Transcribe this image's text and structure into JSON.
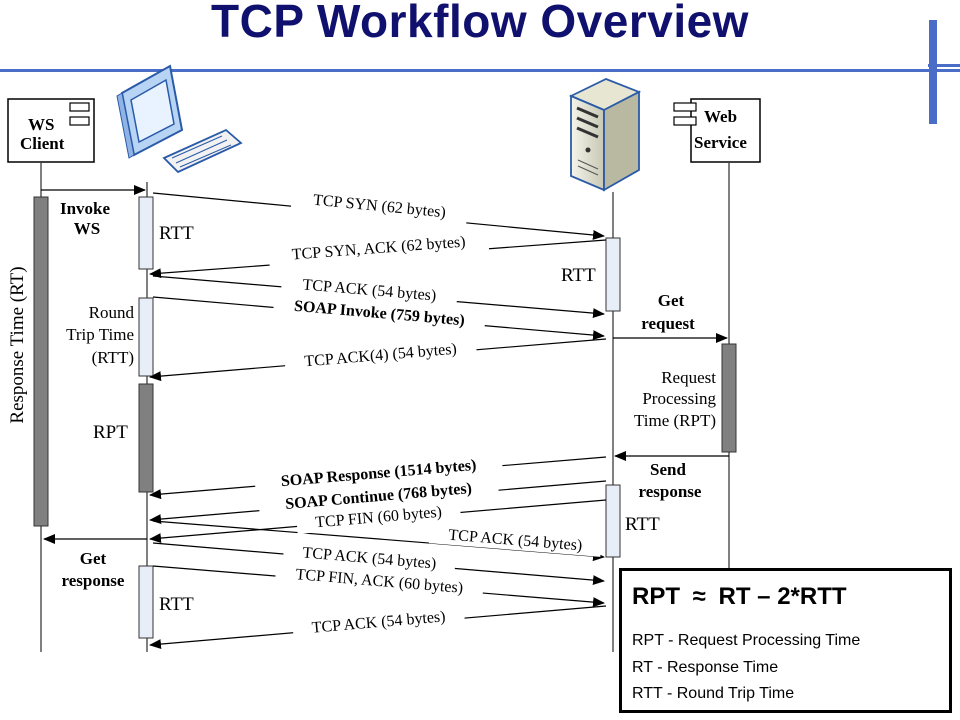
{
  "title": "TCP Workflow Overview",
  "components": {
    "ws_client": [
      "WS",
      "Client"
    ],
    "web_service": [
      "Web",
      "Service"
    ]
  },
  "messages": {
    "tcp_syn": "TCP SYN (62 bytes)",
    "tcp_syn_ack": "TCP SYN, ACK (62 bytes)",
    "tcp_ack_1": "TCP ACK (54 bytes)",
    "soap_invoke": "SOAP Invoke (759 bytes)",
    "tcp_ack_4": "TCP ACK(4) (54 bytes)",
    "soap_response": "SOAP Response (1514 bytes)",
    "soap_continue": "SOAP Continue (768 bytes)",
    "tcp_fin": "TCP FIN (60 bytes)",
    "tcp_ack_server": "TCP ACK (54 bytes)",
    "tcp_ack_2": "TCP ACK (54 bytes)",
    "tcp_fin_ack": "TCP FIN, ACK (60 bytes)",
    "tcp_ack_last": "TCP ACK (54 bytes)"
  },
  "notes": {
    "invoke_ws": [
      "Invoke",
      "WS"
    ],
    "response_time": "Response Time (RT)",
    "round_trip_time": [
      "Round",
      "Trip Time",
      "(RTT)"
    ],
    "rpt": "RPT",
    "rtt_1": "RTT",
    "rtt_2": "RTT",
    "rtt_3": "RTT",
    "rtt_4": "RTT",
    "get_request": [
      "Get",
      "request"
    ],
    "request_processing_time": [
      "Request",
      "Processing",
      "Time (RPT)"
    ],
    "send_response": [
      "Send",
      "response"
    ],
    "get_response": [
      "Get",
      "response"
    ]
  },
  "legend": {
    "formula_left": "RPT",
    "formula_approx": "≈",
    "formula_right": "RT – 2*RTT",
    "lines": [
      "RPT - Request Processing Time",
      "RT - Response Time",
      "RTT - Round Trip Time"
    ]
  },
  "colors": {
    "title": "#10106e",
    "accent_rule": "#4a6ec7",
    "activation_gray": "#808080",
    "activation_light": "#e8eef8"
  }
}
